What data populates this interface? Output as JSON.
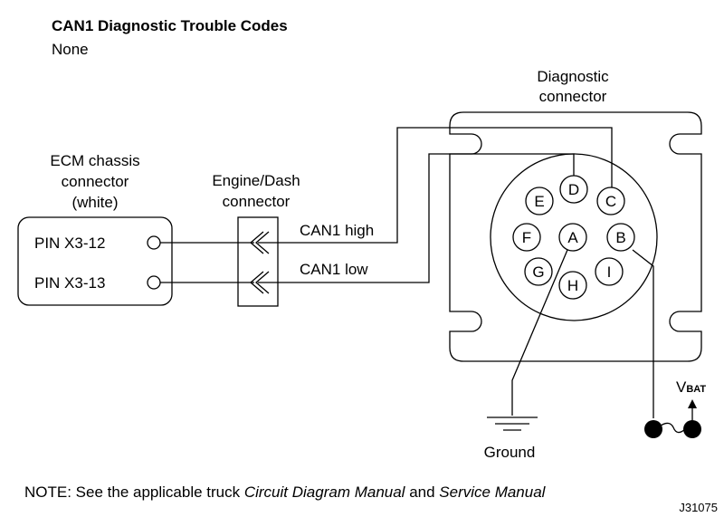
{
  "title": "CAN1 Diagnostic Trouble Codes",
  "subtitle": "None",
  "diag_connector": {
    "label_line1": "Diagnostic",
    "label_line2": "connector",
    "pins": {
      "A": "A",
      "B": "B",
      "C": "C",
      "D": "D",
      "E": "E",
      "F": "F",
      "G": "G",
      "H": "H",
      "I": "I"
    }
  },
  "ecm": {
    "label_line1": "ECM chassis",
    "label_line2": "connector",
    "label_line3": "(white)",
    "pin1": "PIN X3-12",
    "pin2": "PIN X3-13"
  },
  "engine_dash": {
    "label_line1": "Engine/Dash",
    "label_line2": "connector"
  },
  "wires": {
    "can_high": "CAN1 high",
    "can_low": "CAN1 low"
  },
  "ground_label": "Ground",
  "vbat": {
    "main": "V",
    "sub": "BAT"
  },
  "note": {
    "prefix": "NOTE: See the applicable truck ",
    "manual1": "Circuit Diagram Manual",
    "middle": " and ",
    "manual2": "Service Manual"
  },
  "figure_id": "J31075"
}
